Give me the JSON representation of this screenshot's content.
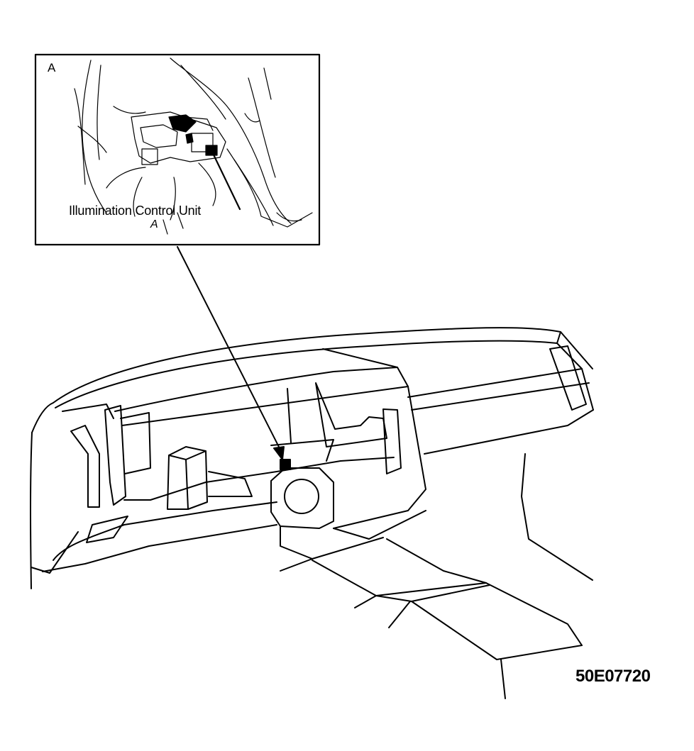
{
  "figure": {
    "inset_letter": "A",
    "callout_label": "Illumination Control Unit",
    "callout_letter": "A",
    "figure_id": "50E07720"
  },
  "colors": {
    "ink": "#000000",
    "paper": "#ffffff"
  }
}
